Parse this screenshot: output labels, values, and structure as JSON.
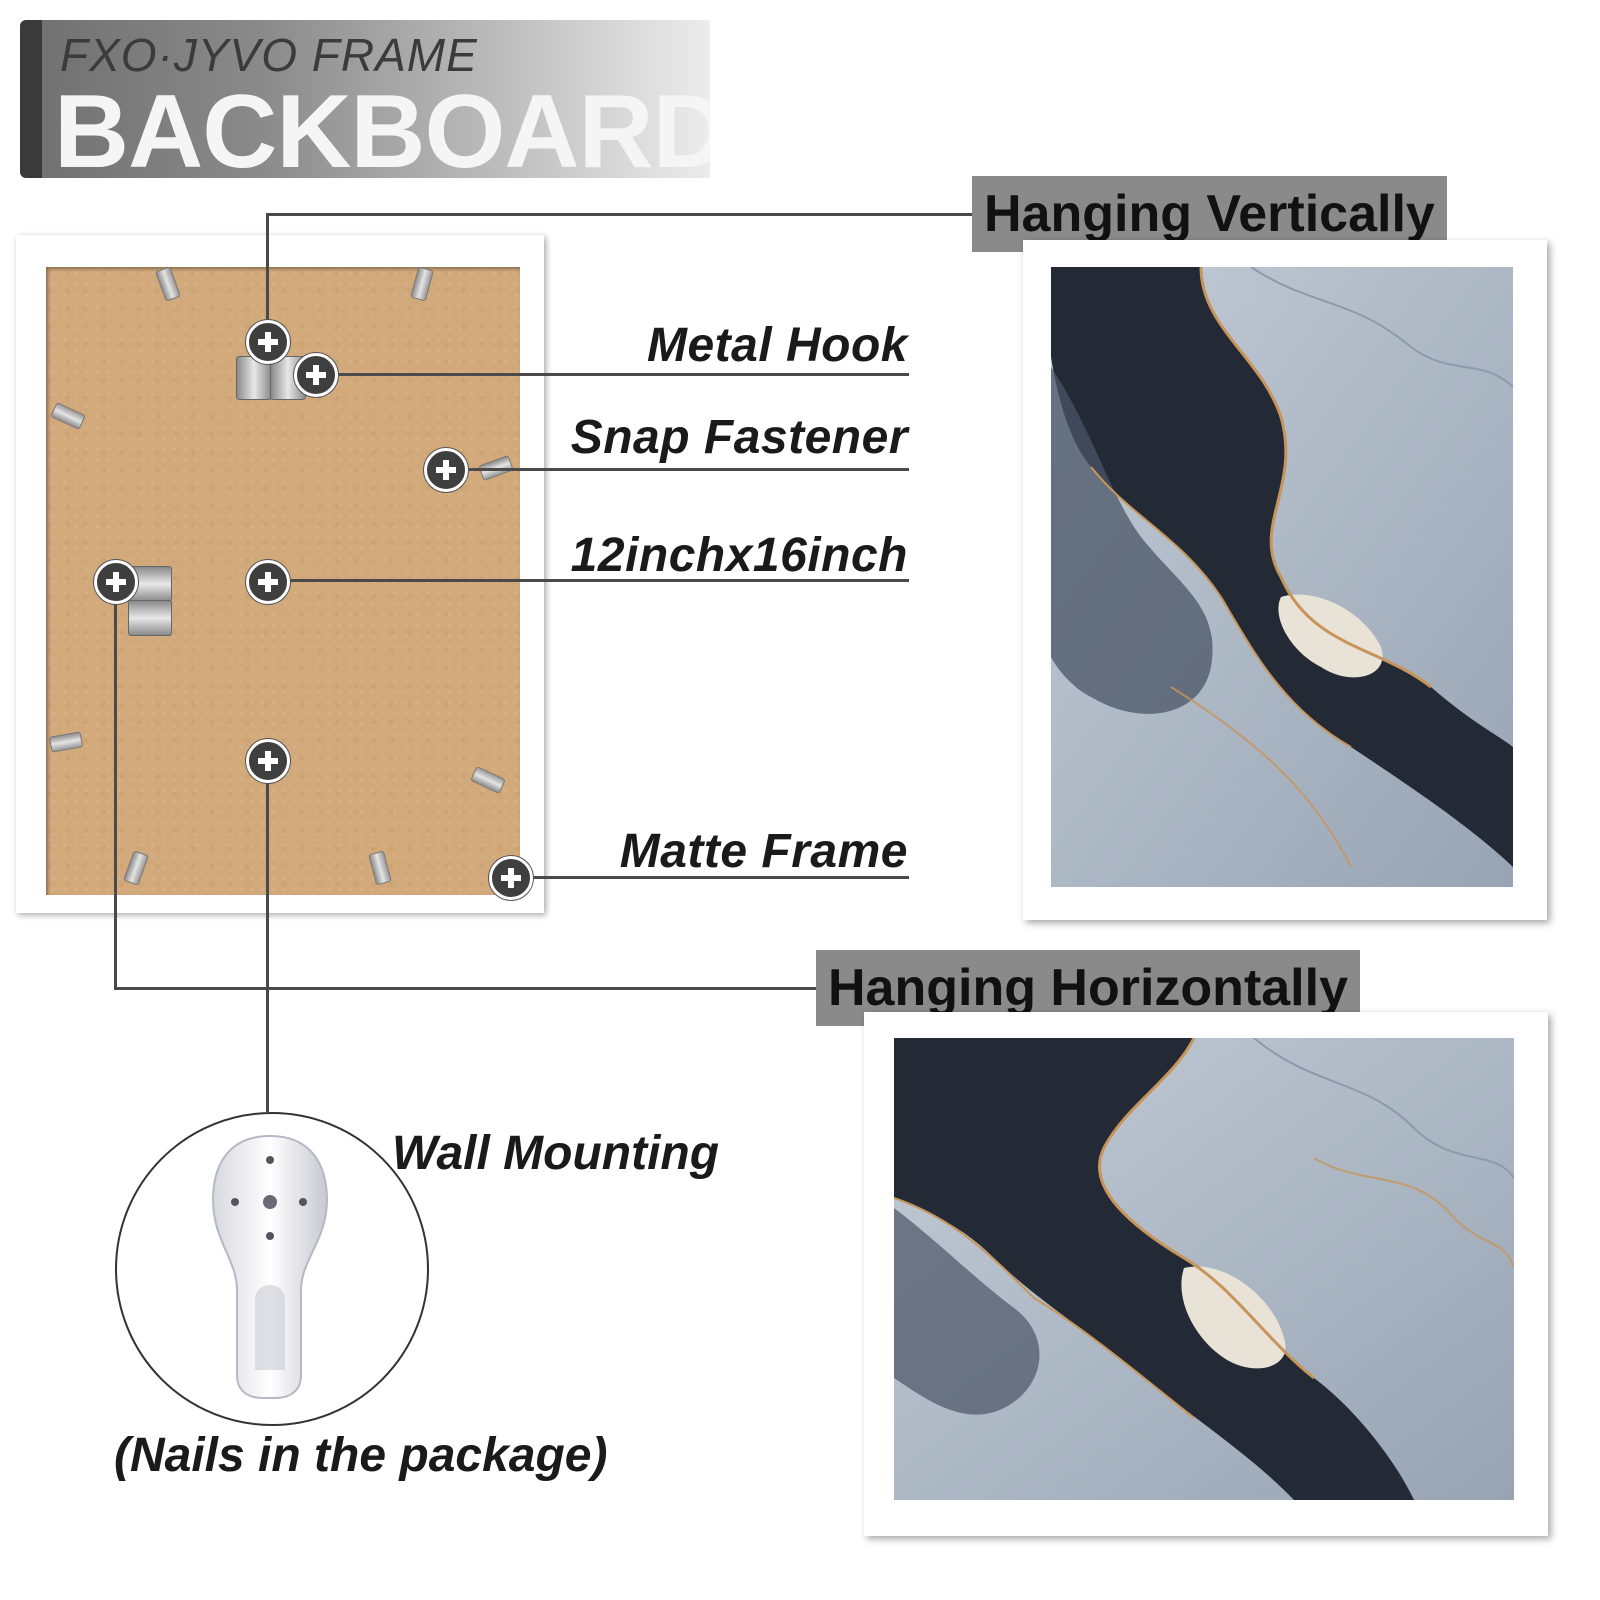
{
  "title": {
    "brand": "FXO·JYVO FRAME",
    "main": "BACKBOARD"
  },
  "callouts": {
    "metal_hook": "Metal Hook",
    "snap_fastener": "Snap Fastener",
    "size": "12inchx16inch",
    "matte_frame": "Matte Frame",
    "wall_mounting": "Wall Mounting",
    "nails_note": "(Nails in the package)"
  },
  "hanging": {
    "vertical": "Hanging Vertically",
    "horizontal": "Hanging Horizontally"
  },
  "colors": {
    "backboard": "#d2a97a",
    "frame": "#ffffff",
    "label_bg": "#8a8a8a",
    "marble_dark": "#1f2430",
    "marble_light": "#aeb9c6",
    "gold_vein": "#c7955a"
  },
  "icons": [
    "plus-marker-icon",
    "wall-hook-icon"
  ]
}
